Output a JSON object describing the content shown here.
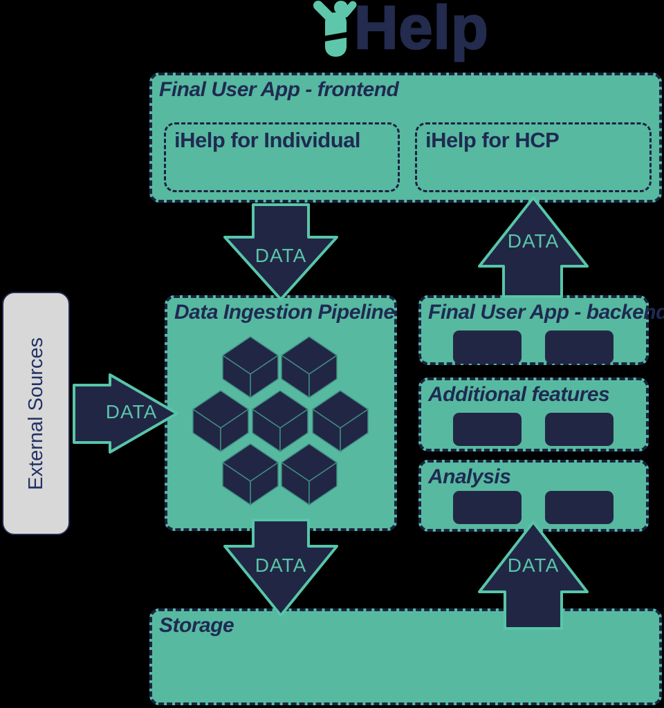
{
  "logo": {
    "brand": "Help",
    "icon": "person-raised-arms"
  },
  "boxes": {
    "frontend": {
      "title": "Final User App - frontend",
      "children": [
        {
          "label": "iHelp for Individual"
        },
        {
          "label": "iHelp for HCP"
        }
      ]
    },
    "external": {
      "label": "External Sources"
    },
    "pipeline": {
      "title": "Data Ingestion Pipeline",
      "icon": "cube-cluster"
    },
    "backend": {
      "title": "Final User App - backend",
      "module_count": 2
    },
    "additional": {
      "title": "Additional features",
      "module_count": 2
    },
    "analysis": {
      "title": "Analysis",
      "module_count": 2
    },
    "storage": {
      "title": "Storage"
    }
  },
  "arrows": [
    {
      "id": "external-to-pipeline",
      "label": "DATA",
      "direction": "right"
    },
    {
      "id": "frontend-to-pipeline",
      "label": "DATA",
      "direction": "down"
    },
    {
      "id": "backend-to-frontend",
      "label": "DATA",
      "direction": "up"
    },
    {
      "id": "pipeline-to-storage",
      "label": "DATA",
      "direction": "down"
    },
    {
      "id": "storage-to-analysis",
      "label": "DATA",
      "direction": "up"
    }
  ],
  "colors": {
    "background": "#000000",
    "box_teal": "#57b9a0",
    "accent_teal": "#58c6a9",
    "navy": "#222645",
    "navy_border": "#1b2140",
    "navy_text": "#1f2a52",
    "external_gray": "#d8d8d8",
    "logo_navy": "#232b4e",
    "logo_teal": "#5ec7ab"
  }
}
